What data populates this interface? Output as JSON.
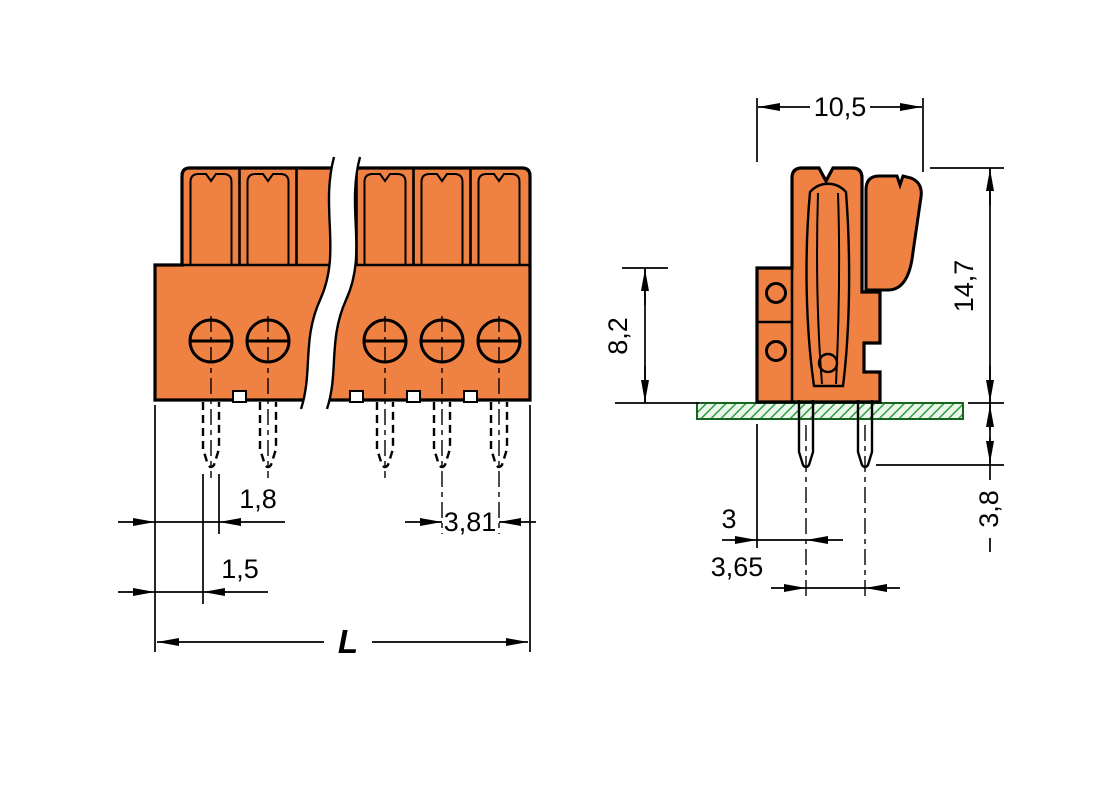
{
  "dims_front": {
    "offset_a": "1,8",
    "offset_b": "1,5",
    "pitch": "3,81",
    "length": "L"
  },
  "dims_side": {
    "width": "10,5",
    "height": "14,7",
    "clamp_height": "8,2",
    "pin_offset": "3",
    "row_spacing": "3,65",
    "pin_length": "3,8"
  },
  "poles_visible": 5,
  "colors": {
    "housing": "#ef8243",
    "housing_inner": "#f7c9a2",
    "pcb": "#2f9e44",
    "pcb_bg": "#eaf6ea",
    "line": "#000000",
    "bg": "#ffffff"
  }
}
